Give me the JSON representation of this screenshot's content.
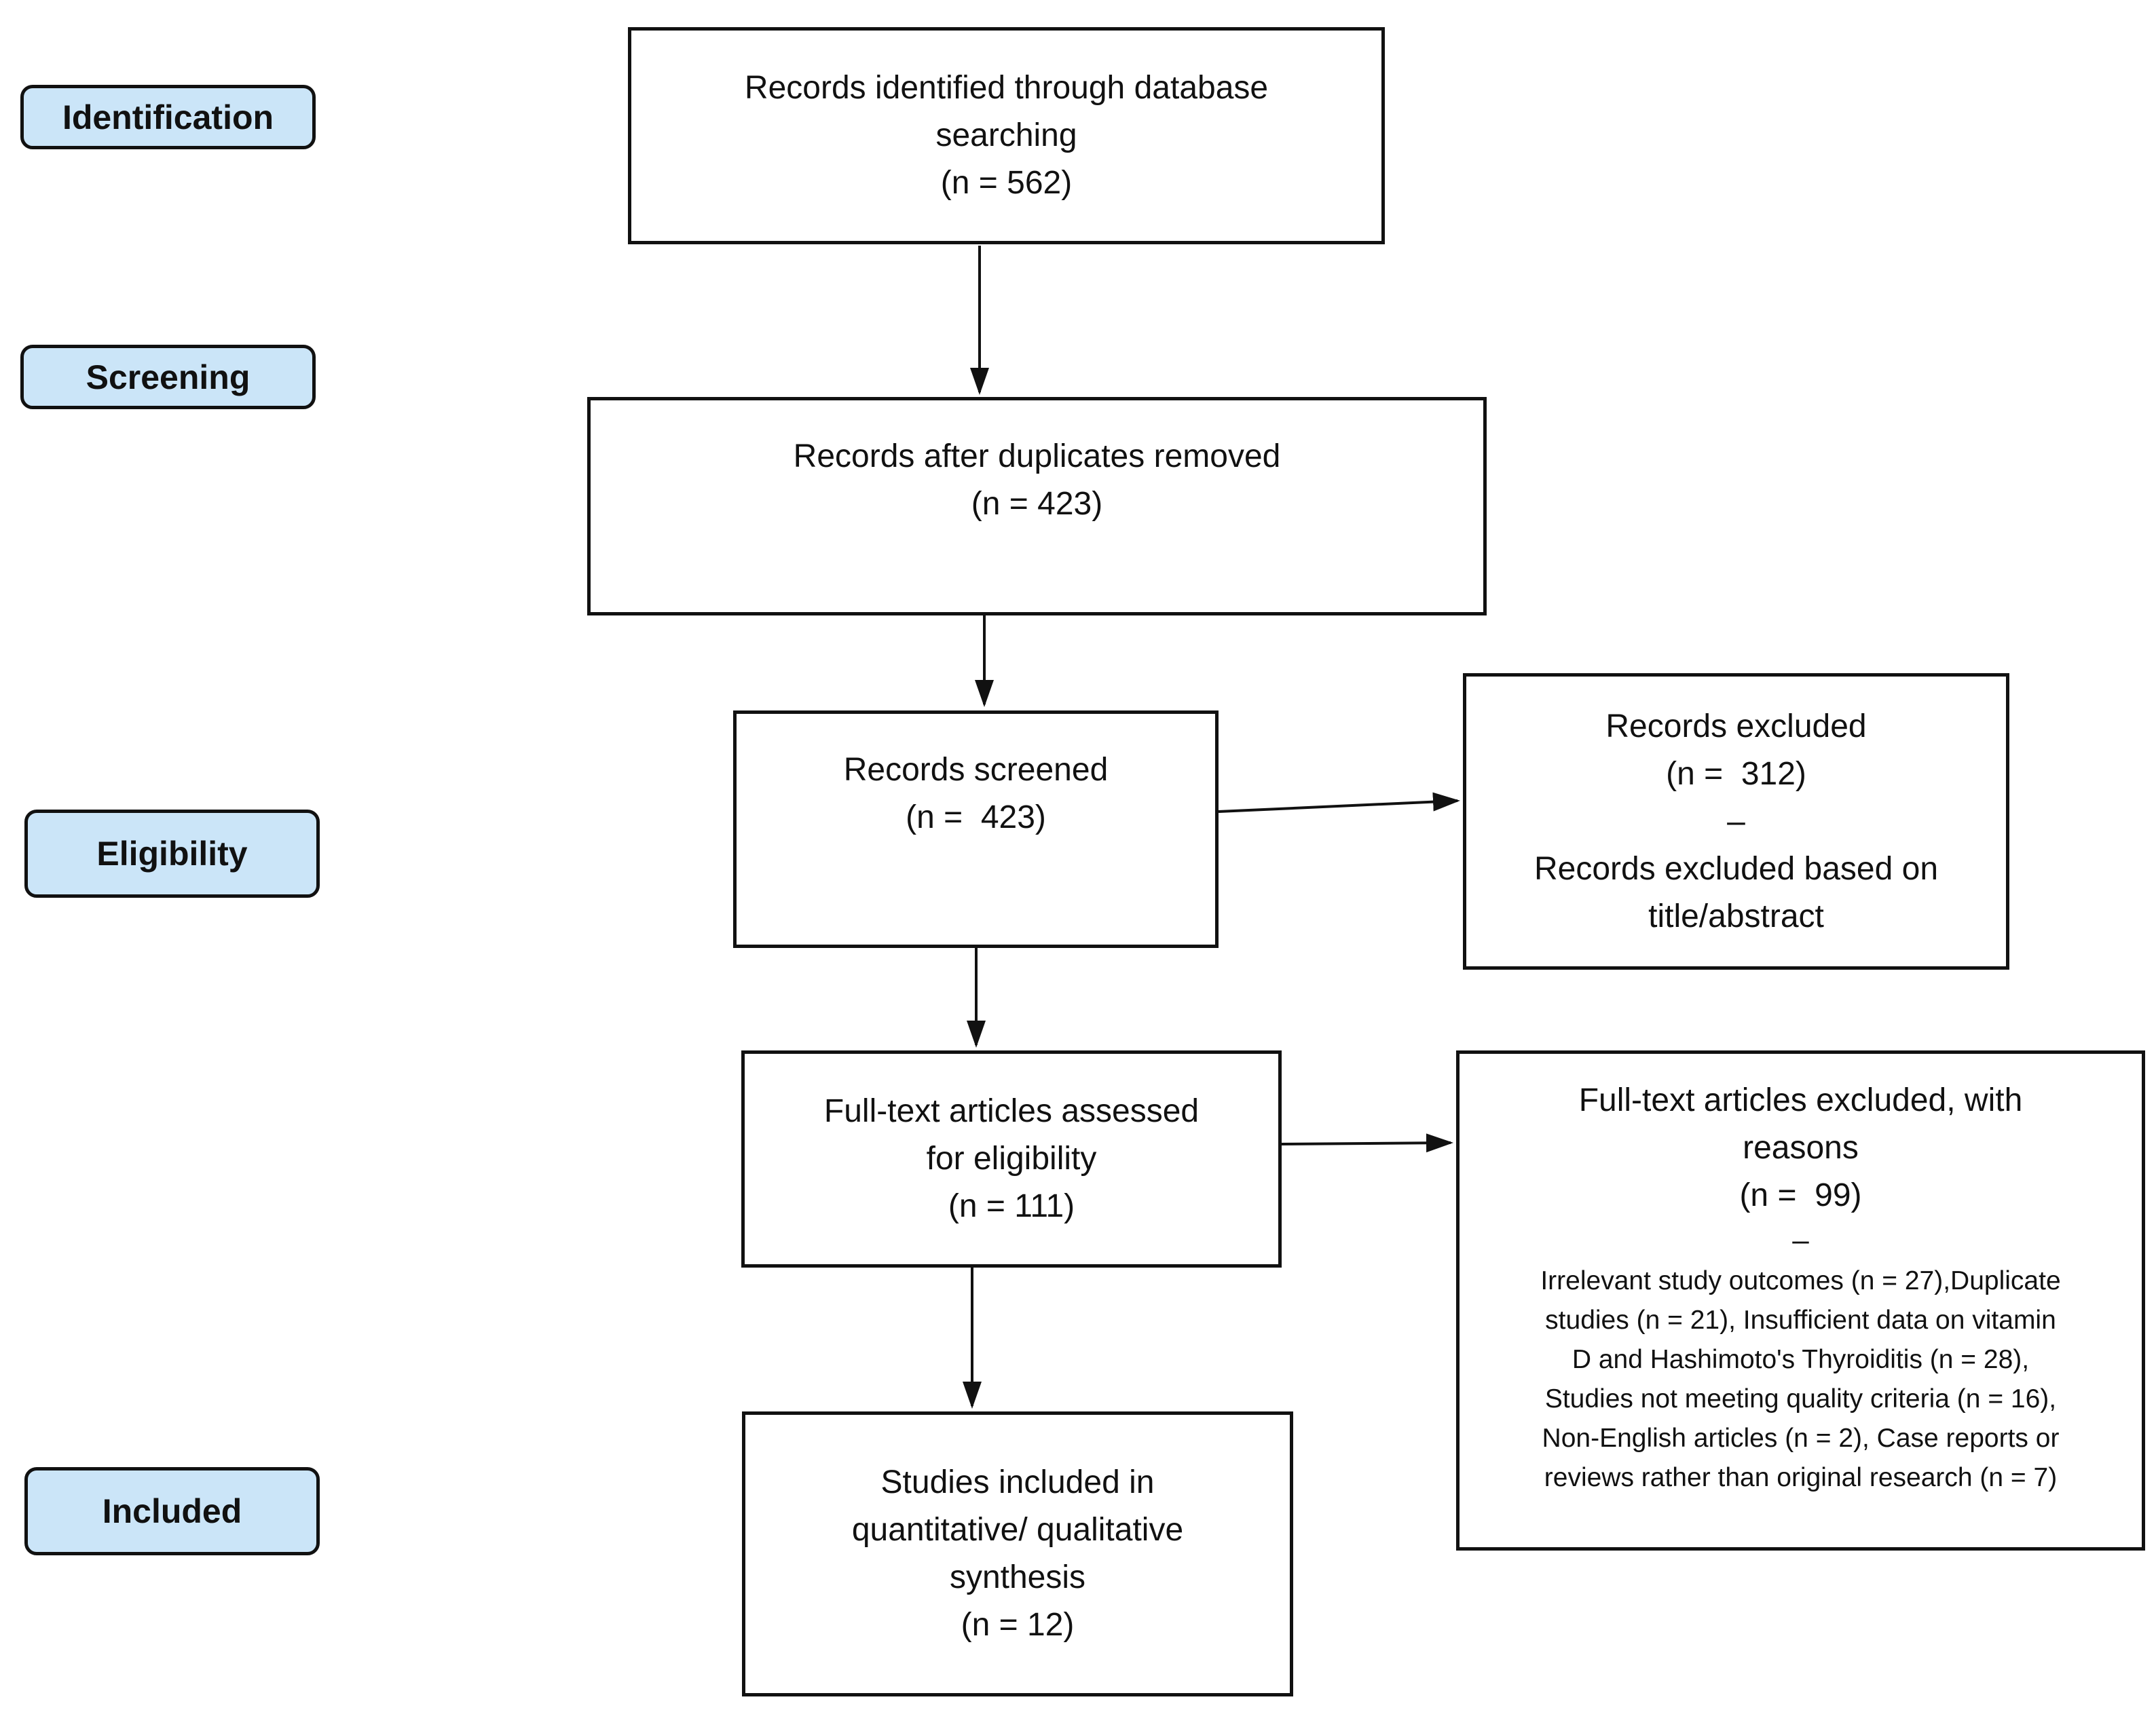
{
  "diagram": {
    "title": "PRISMA flow diagram",
    "colors": {
      "stage_fill": "#cbe5f8",
      "line_and_border": "#111111",
      "box_fill": "#ffffff",
      "background": "#ffffff"
    },
    "stages": [
      {
        "label": "Identification"
      },
      {
        "label": "Screening"
      },
      {
        "label": "Eligibility"
      },
      {
        "label": "Included"
      }
    ],
    "flow_boxes": [
      {
        "text": "Records identified through database\nsearching\n(n = 562)"
      },
      {
        "text": "Records after duplicates removed\n(n = 423)"
      },
      {
        "text": "Records screened\n(n =  423)"
      },
      {
        "text": "Full-text articles assessed\nfor eligibility\n(n = 111)"
      },
      {
        "text": "Studies included in\nquantitative/ qualitative\nsynthesis\n(n = 12)"
      }
    ],
    "side_boxes": [
      {
        "text": "Records excluded\n(n =  312)\n–\nRecords excluded based on\ntitle/abstract"
      },
      {
        "title": "Full-text articles excluded, with\nreasons\n(n =  99)",
        "dash": "–",
        "reasons": "Irrelevant study outcomes (n = 27),Duplicate\nstudies (n = 21), Insufficient data on vitamin\nD and Hashimoto's Thyroiditis (n = 28),\nStudies not meeting quality criteria (n = 16),\nNon-English articles (n = 2), Case reports or\nreviews rather than original research (n = 7)"
      }
    ]
  }
}
